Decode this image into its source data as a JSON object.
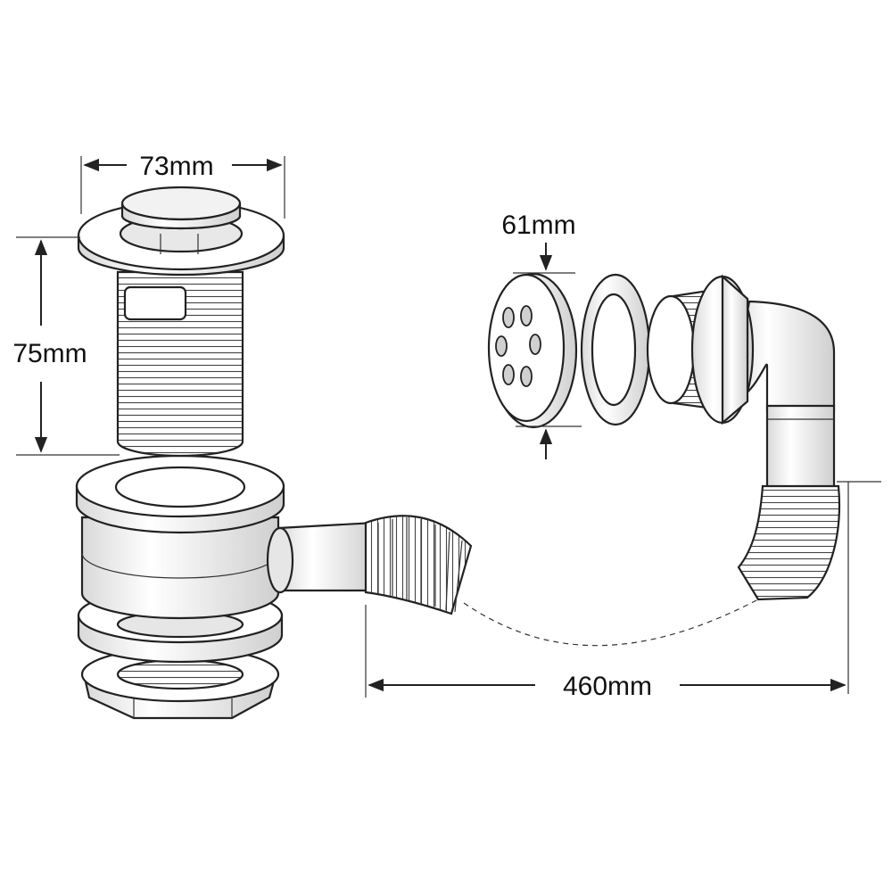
{
  "dimensions": {
    "waste_width": "73mm",
    "waste_height": "75mm",
    "overflow_width": "61mm",
    "hose_length": "460mm"
  },
  "colors": {
    "line": "#222222",
    "fill": "#ffffff",
    "shade": "#e6e6e6",
    "dark_shade": "#c8c8c8"
  }
}
